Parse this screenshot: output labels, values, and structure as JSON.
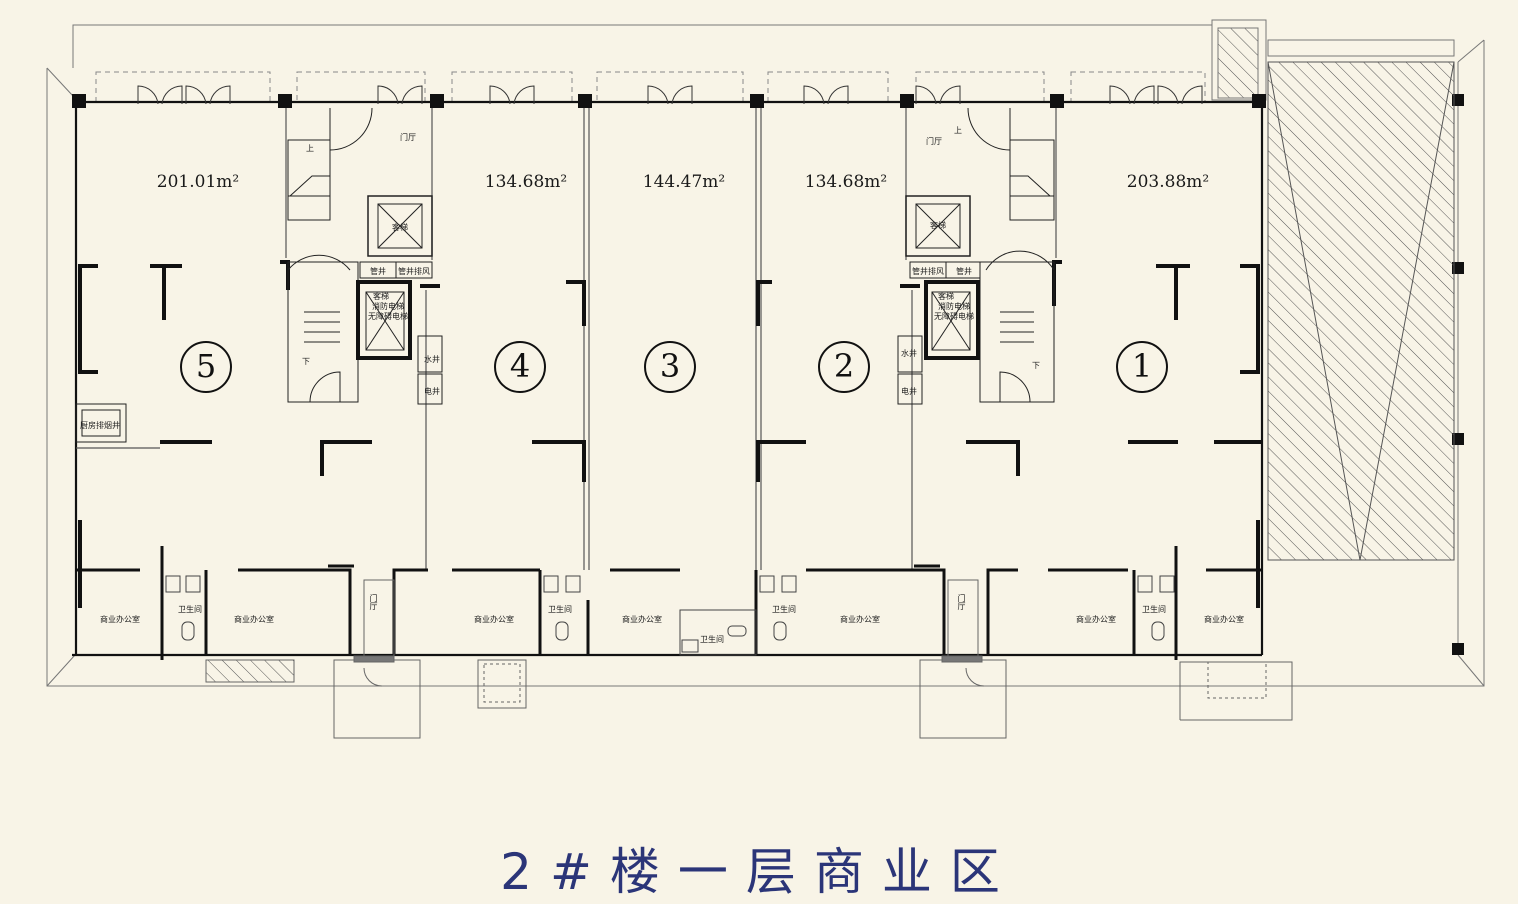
{
  "title": "2#楼一层商业区",
  "units": [
    {
      "number": "5",
      "area": "201.01m²",
      "office_left": "商业办公室",
      "toilet": "卫生间",
      "office_right": "商业办公室"
    },
    {
      "number": "4",
      "area": "134.68m²",
      "office_left": "商业办公室",
      "toilet": "卫生间"
    },
    {
      "number": "3",
      "area": "144.47m²",
      "office_left": "商业办公室",
      "toilet": "卫生间"
    },
    {
      "number": "2",
      "area": "134.68m²",
      "office_left": "商业办公室",
      "toilet": "卫生间"
    },
    {
      "number": "1",
      "area": "203.88m²",
      "office_left": "商业办公室",
      "toilet": "卫生间",
      "office_right": "商业办公室"
    }
  ],
  "core_left": {
    "lobby": "门厅",
    "elevator": "客梯",
    "elevator_fire": "消防电梯",
    "elevator_barrier_free": "无障碍电梯",
    "shaft": "管井",
    "vent": "管井排风",
    "water": "水井",
    "electric": "电井",
    "stair_up": "上",
    "stair_down": "下",
    "lobby_bottom": "门厅",
    "kitchen_shaft": "厨房排烟井"
  },
  "core_right": {
    "lobby": "门厅",
    "elevator": "客梯",
    "elevator_fire": "消防电梯",
    "elevator_barrier_free": "无障碍电梯",
    "shaft": "管井",
    "vent": "管井排风",
    "water": "水井",
    "electric": "电井",
    "stair_up": "上",
    "stair_down": "下",
    "lobby_bottom": "门厅"
  },
  "colors": {
    "background": "#f8f4e7",
    "title": "#2b3578",
    "wall": "#111111",
    "thin_line": "#6a6a6a"
  }
}
